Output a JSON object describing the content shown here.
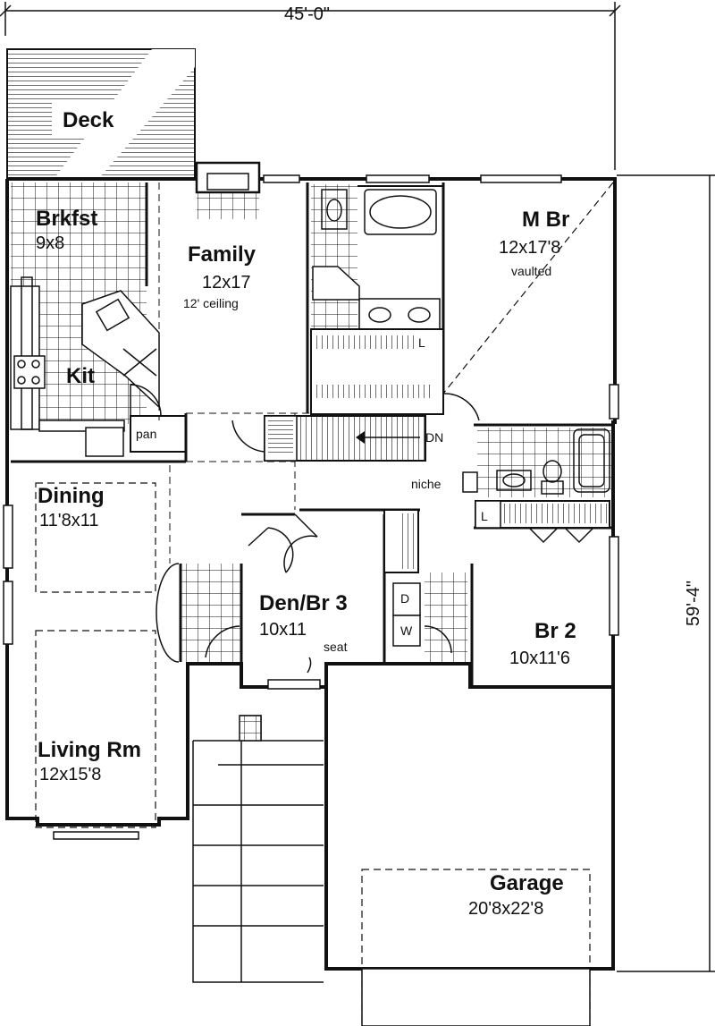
{
  "dimensions": {
    "width": "45'-0\"",
    "depth": "59'-4\""
  },
  "rooms": {
    "deck": {
      "name": "Deck"
    },
    "breakfast": {
      "name": "Brkfst",
      "size": "9x8"
    },
    "family": {
      "name": "Family",
      "size": "12x17",
      "note": "12' ceiling"
    },
    "master": {
      "name": "M Br",
      "size": "12x17'8",
      "note": "vaulted"
    },
    "kitchen": {
      "name": "Kit"
    },
    "pantry": {
      "name": "pan"
    },
    "dining": {
      "name": "Dining",
      "size": "11'8x11"
    },
    "den": {
      "name": "Den/Br 3",
      "size": "10x11",
      "note": "seat"
    },
    "bedroom2": {
      "name": "Br 2",
      "size": "10x11'6"
    },
    "living": {
      "name": "Living Rm",
      "size": "12x15'8"
    },
    "garage": {
      "name": "Garage",
      "size": "20'8x22'8"
    }
  },
  "labels": {
    "stairs_down": "DN",
    "niche": "niche",
    "linen_1": "L",
    "linen_2": "L",
    "dryer": "D",
    "washer": "W"
  }
}
